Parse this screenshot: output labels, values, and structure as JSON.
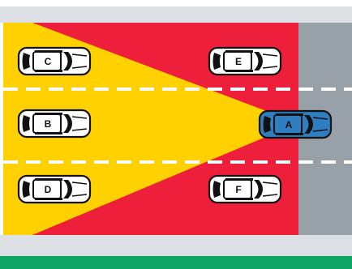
{
  "colors": {
    "background": "#ffffff",
    "curb": "#dde1e5",
    "grass": "#0fa566",
    "road": "#ee1f3a",
    "shoulder": "#97a1a7",
    "blind_zone": "#ffd100",
    "lane_marking": "#ffffff",
    "car_body": "#ffffff",
    "car_outline": "#111111",
    "highlight_car_body": "#2d7fc2"
  },
  "cars": [
    {
      "label": "C",
      "highlighted": false
    },
    {
      "label": "E",
      "highlighted": false
    },
    {
      "label": "B",
      "highlighted": false
    },
    {
      "label": "A",
      "highlighted": true
    },
    {
      "label": "D",
      "highlighted": false
    },
    {
      "label": "F",
      "highlighted": false
    }
  ]
}
